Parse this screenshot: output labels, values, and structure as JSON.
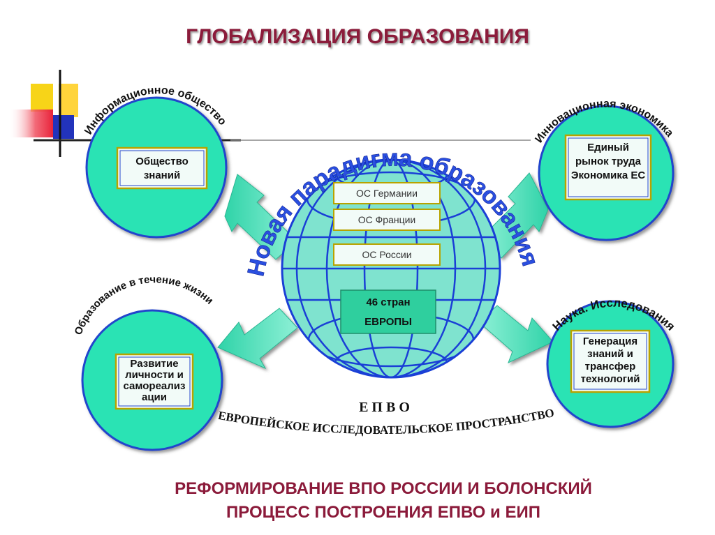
{
  "title": "ГЛОБАЛИЗАЦИЯ ОБРАЗОВАНИЯ",
  "circles": {
    "info_society": {
      "arc_label": "Информационное общество",
      "box_lines": [
        "Общество",
        "знаний"
      ]
    },
    "innovation_economy": {
      "arc_label": "Инновационная экономика",
      "box_lines": [
        "Единый",
        "рынок труда",
        "Экономика ЕС"
      ]
    },
    "lifelong_education": {
      "arc_label": "Образование в течение жизни",
      "box_lines": [
        "Развитие",
        "личности и",
        "самореализ",
        "ации"
      ]
    },
    "science_research": {
      "arc_label": "Наука. Исследования",
      "box_lines": [
        "Генерация",
        "знаний и",
        "трансфер",
        "технологий"
      ]
    }
  },
  "globe": {
    "arc_label": "Новая парадигма образования",
    "os_boxes": [
      "ОС Германии",
      "ОС Франции",
      "ОС России"
    ],
    "center_box_lines": [
      "46 стран",
      "ЕВРОПЫ"
    ]
  },
  "epvo": {
    "abbr": "ЕПВО",
    "full": "ЕВРОПЕЙСКОЕ ИССЛЕДОВАТЕЛЬСКОЕ ПРОСТРАНСТВО"
  },
  "footer": {
    "line1": "РЕФОРМИРОВАНИЕ ВПО РОССИИ И БОЛОНСКИЙ",
    "line2": "ПРОЦЕСС ПОСТРОЕНИЯ ЕПВО и ЕИП"
  },
  "colors": {
    "title": "#8b1a3a",
    "circle_fill": "#2ae3b4",
    "circle_border": "#2244cc",
    "globe_fill": "#7fe3cf",
    "globe_lines": "#1a3fd6",
    "box_border": "#b8a300",
    "box_fill": "#f2fbf8",
    "arrow_fill": "#3ecfa7"
  }
}
